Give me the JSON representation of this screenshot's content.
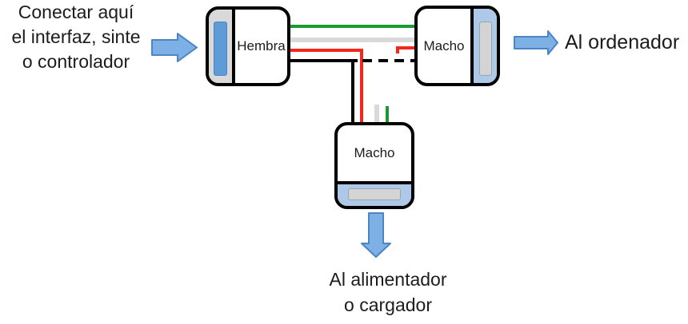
{
  "left_note": {
    "lines": [
      "Conectar aquí",
      "el interfaz, sinte",
      "o controlador"
    ]
  },
  "right_note": "Al ordenador",
  "bottom_note": {
    "lines": [
      "Al alimentador",
      "o cargador"
    ]
  },
  "connectors": {
    "female": {
      "label": "Hembra"
    },
    "male_right": {
      "label": "Macho"
    },
    "male_bottom": {
      "label": "Macho"
    }
  },
  "wires": [
    {
      "color_name": "green",
      "from": "female",
      "to": "male_right",
      "style": "solid"
    },
    {
      "color_name": "gray",
      "from": "female",
      "to": "male_right",
      "style": "solid"
    },
    {
      "color_name": "red",
      "from": "female",
      "to": "male_bottom",
      "style": "solid"
    },
    {
      "color_name": "red",
      "from": "male_right",
      "to": "cut-stub",
      "style": "solid"
    },
    {
      "color_name": "black",
      "from": "female",
      "to": "male_bottom",
      "style": "solid"
    },
    {
      "color_name": "black",
      "from": "female",
      "to": "male_right",
      "style": "dashed"
    },
    {
      "color_name": "gray",
      "from": "male_bottom",
      "to": "cut-stub",
      "style": "solid"
    },
    {
      "color_name": "green",
      "from": "male_bottom",
      "to": "cut-stub",
      "style": "solid"
    }
  ],
  "colors": {
    "arrow_fill": "#7db0e4",
    "arrow_stroke": "#4c84c4",
    "connector_gray": "#d9d9d9",
    "connector_blue": "#adc8e9",
    "plug_blue": "#5e9cd8",
    "pin_gray": "#d4d4d4",
    "wire_green": "#1b9a31",
    "wire_gray": "#d9d9d9",
    "wire_red": "#f5261a",
    "wire_black": "#000000",
    "outline": "#000000"
  }
}
